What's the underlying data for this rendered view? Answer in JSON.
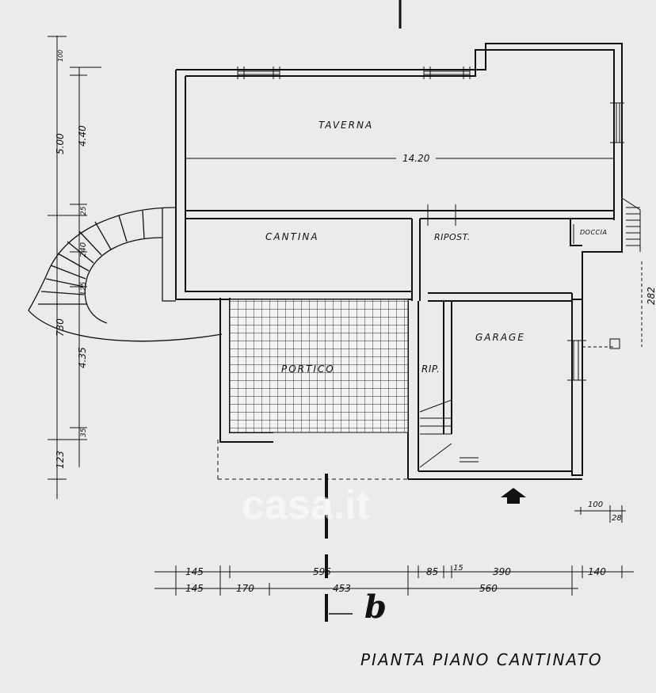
{
  "title": "PIANTA PIANO CANTINATO",
  "section_mark": "b",
  "watermark": "casa.it",
  "rooms": {
    "taverna": "TAVERNA",
    "cantina": "CANTINA",
    "ripost": "RIPOST.",
    "doccia": "DOCCIA",
    "portico": "PORTICO",
    "garage": "GARAGE",
    "rip": "RIP."
  },
  "dimensions": {
    "taverna_width": "14.20",
    "left_total": "5.00",
    "left_440": "4.40",
    "left_100": "100",
    "left_25": "25",
    "left_240": "240",
    "left_125": "125",
    "left_730": "730",
    "left_435": "4.35",
    "left_35": "35",
    "left_123": "123",
    "right_282": "282",
    "scale_100": "100",
    "scale_28": "28",
    "row1": [
      "145",
      "595",
      "85",
      "15",
      "390",
      "140"
    ],
    "row2": [
      "145",
      "170",
      "453",
      "560"
    ]
  },
  "colors": {
    "paper": "#ebebeb",
    "ink": "#111111"
  }
}
